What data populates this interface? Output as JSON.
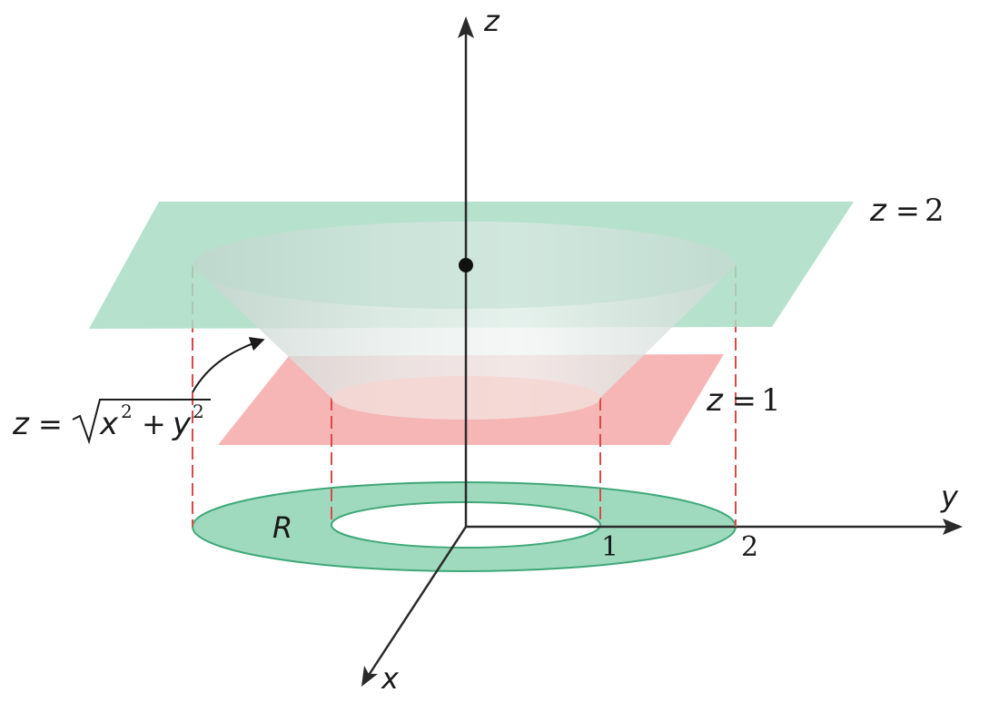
{
  "axes": {
    "x_label": "x",
    "y_label": "y",
    "z_label": "z"
  },
  "ticks": {
    "y_tick_1": "1",
    "y_tick_2": "2"
  },
  "planes": {
    "upper": {
      "lhs": "z",
      "eq": "=",
      "rhs": "2",
      "color": "#a9dcc4"
    },
    "lower": {
      "lhs": "z",
      "eq": "=",
      "rhs": "1",
      "color": "#f6a9a9"
    }
  },
  "surface": {
    "lhs": "z",
    "eq": "=",
    "radicand_x": "x",
    "exp": "2",
    "plus": "+",
    "radicand_y": "y"
  },
  "region": {
    "label": "R",
    "color": "#8fd3b3"
  },
  "colors": {
    "axis": "#2a2a2a",
    "dashed_guides": "#d84a4a",
    "cone": "#c9d8d2"
  }
}
